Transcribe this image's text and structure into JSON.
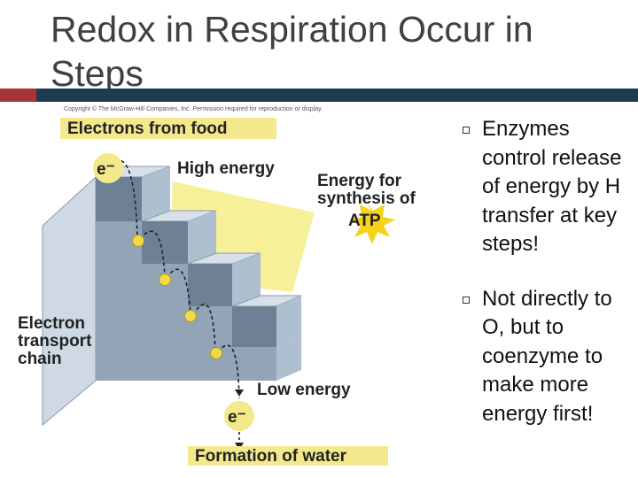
{
  "slide": {
    "title": "Redox in Respiration Occur in Steps"
  },
  "figure": {
    "copyright": "Copyright © The McGraw-Hill Companies, Inc. Permission required for reproduction or display.",
    "top_banner": "Electrons from food",
    "electron_symbol_top": "e⁻",
    "high_energy": "High energy",
    "energy_line1": "Energy for",
    "energy_line2": "synthesis of",
    "atp": "ATP",
    "etc_line1": "Electron",
    "etc_line2": "transport",
    "etc_line3": "chain",
    "low_energy": "Low energy",
    "electron_symbol_bottom": "e⁻",
    "bottom_banner": "Formation of water"
  },
  "bullets": [
    {
      "text": "Enzymes control release of energy by H transfer at key steps!"
    },
    {
      "text": "Not directly to O, but to coenzyme to make more energy first!"
    }
  ],
  "colors": {
    "title": "#404040",
    "accent_red": "#a4333a",
    "accent_navy": "#1f3b4f",
    "banner_yellow": "#f3e98c",
    "glow_yellow": "#f5ef8e",
    "atp_burst": "#f6d21a",
    "stair_top": "#aebfd0",
    "stair_front": "#6e8194",
    "stair_side": "#cfd9e3"
  }
}
